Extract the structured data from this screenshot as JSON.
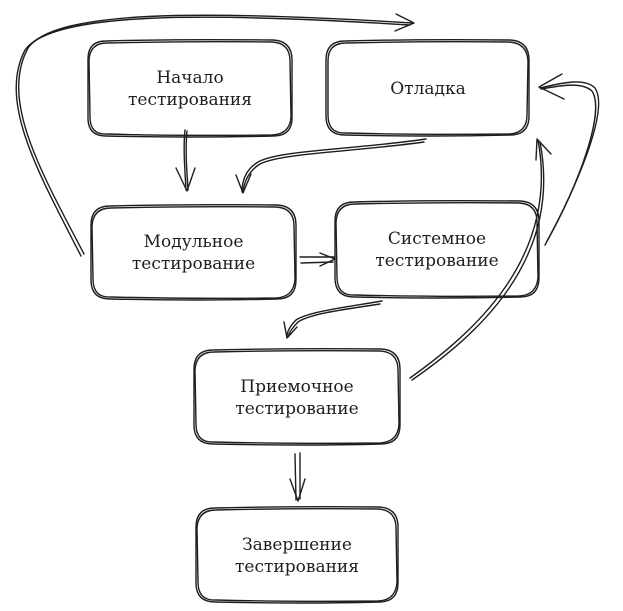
{
  "colors": {
    "stroke": "#1e1e1e",
    "background": "#ffffff"
  },
  "nodes": {
    "start": {
      "label": "Начало тестирования"
    },
    "debug": {
      "label": "Отладка"
    },
    "unit": {
      "label": "Модульное тестирование"
    },
    "system": {
      "label": "Системное тестирование"
    },
    "acceptance": {
      "label": "Приемочное тестирование"
    },
    "finish": {
      "label": "Завершение тестирования"
    }
  }
}
